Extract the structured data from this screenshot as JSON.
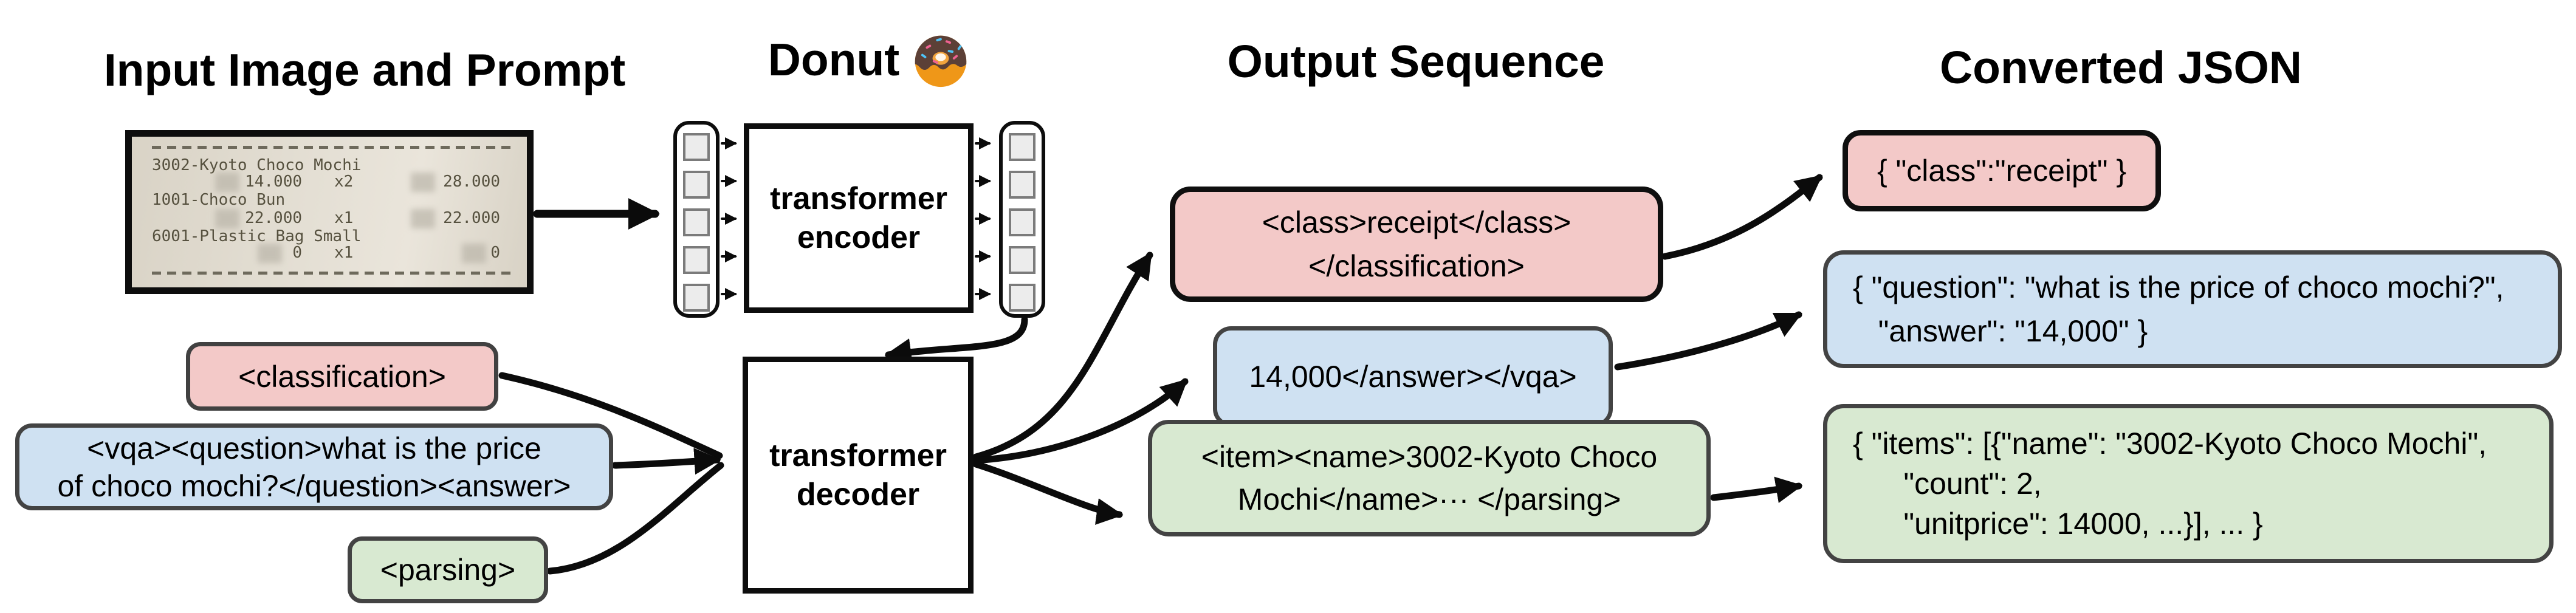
{
  "headers": {
    "input": "Input Image and Prompt",
    "model": "Donut",
    "model_emoji_icon": "donut-emoji",
    "output": "Output Sequence",
    "json": "Converted JSON"
  },
  "receipt": {
    "rows": [
      {
        "name": "3002-Kyoto Choco Mochi",
        "unit": "14.000",
        "qty": "x2",
        "total": "28.000"
      },
      {
        "name": "1001-Choco Bun",
        "unit": "22.000",
        "qty": "x1",
        "total": "22.000"
      },
      {
        "name": "6001-Plastic Bag Small",
        "unit": "0",
        "qty": "x1",
        "total": "0"
      }
    ]
  },
  "model": {
    "encoder_line1": "transformer",
    "encoder_line2": "encoder",
    "decoder_line1": "transformer",
    "decoder_line2": "decoder"
  },
  "prompts": {
    "classification": {
      "label": "<classification>"
    },
    "vqa": {
      "line1": "<vqa><question>what is the price",
      "line2": "of choco mochi?</question><answer>"
    },
    "parsing": {
      "label": "<parsing>"
    }
  },
  "outputs": {
    "classification": {
      "line1": "<class>receipt</class>",
      "line2": "</classification>"
    },
    "vqa": {
      "line1": "14,000</answer></vqa>"
    },
    "parsing": {
      "line1": "<item><name>3002-Kyoto Choco",
      "line2": "Mochi</name>··· </parsing>"
    }
  },
  "converted_json": {
    "classification": {
      "line1": "{ \"class\":\"receipt\" }"
    },
    "vqa": {
      "line1": "{ \"question\": \"what is the price of choco mochi?\",",
      "line2": "   \"answer\": \"14,000\" }"
    },
    "parsing": {
      "line1": "{ \"items\": [{\"name\": \"3002-Kyoto Choco Mochi\",",
      "line2": "      \"count\": 2,",
      "line3": "      \"unitprice\": 14000, ...}], ... }"
    }
  },
  "colors": {
    "classification_fill": "#f3c9c8",
    "vqa_fill": "#cfe1f2",
    "parsing_fill": "#d8e9d1",
    "box_border_gray": "#434343",
    "box_border_black": "#0f0f0f",
    "arrow": "#0b0b0b"
  }
}
